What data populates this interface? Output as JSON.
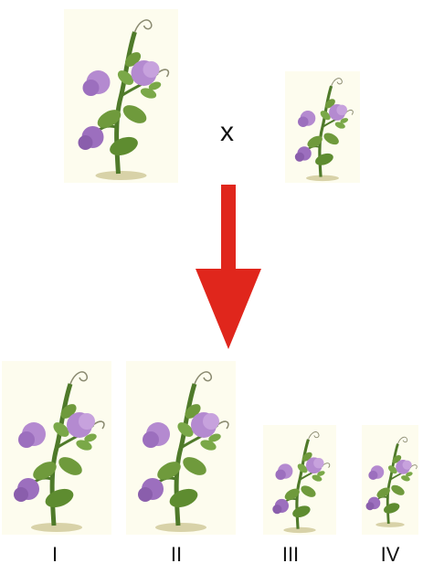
{
  "cross": {
    "symbol": "x"
  },
  "offspring": {
    "labels": [
      "I",
      "II",
      "III",
      "IV"
    ]
  },
  "colors": {
    "arrow": "#e0261c",
    "flower": "#b48ad0",
    "leaf": "#6f9a3c",
    "stem": "#4f7a2a",
    "card": "#fdfcee"
  },
  "icons": [
    "tall-pea-plant-icon",
    "short-pea-plant-icon",
    "down-arrow-icon"
  ]
}
